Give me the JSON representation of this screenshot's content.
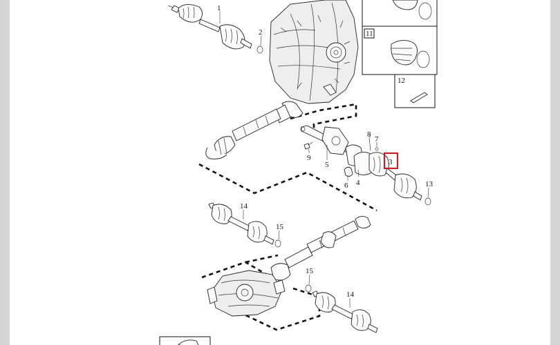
{
  "diagram": {
    "callouts": {
      "c1": "1",
      "c2": "2",
      "c3": "3",
      "c4": "4",
      "c5": "5",
      "c6": "6",
      "c7": "7",
      "c8": "8",
      "c9": "9",
      "c11": "11",
      "c12": "12",
      "c13": "13",
      "c14a": "14",
      "c14b": "14",
      "c15a": "15",
      "c15b": "15"
    },
    "highlighted_callout": "3",
    "highlight_color": "#c8202a"
  }
}
